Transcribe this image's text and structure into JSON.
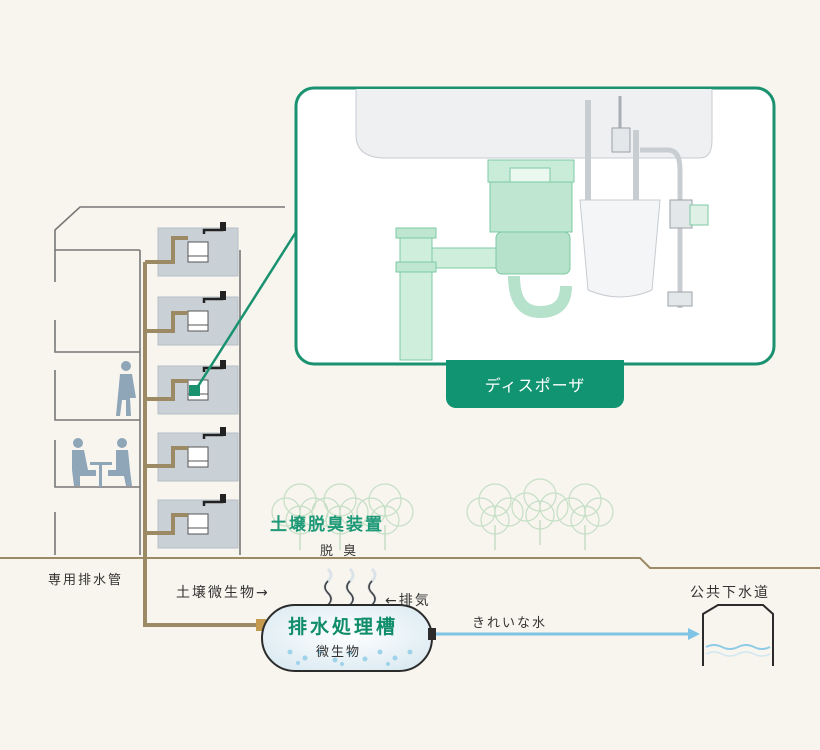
{
  "labels": {
    "disposer": "ディスポーザ",
    "deodorizer": "土壌脱臭装置",
    "deodorize": "脱 臭",
    "soil_microbes": "土壌微生物→",
    "exhaust": "←排気",
    "drain_pipe": "専用排水管",
    "treatment_tank": "排水処理槽",
    "microbes": "微生物",
    "clean_water": "きれいな水",
    "sewer": "公共下水道"
  },
  "icons": [
    "person-standing-icon",
    "people-at-table-icon",
    "tree-icon",
    "sink-icon",
    "sewer-basin-icon"
  ],
  "colors": {
    "background": "#f8f5ee",
    "accent_green": "#119472",
    "callout_border": "#1a9270",
    "pipe_brown": "#9c8a64",
    "water_blue": "#8ecbe6",
    "building_line": "#777777"
  }
}
